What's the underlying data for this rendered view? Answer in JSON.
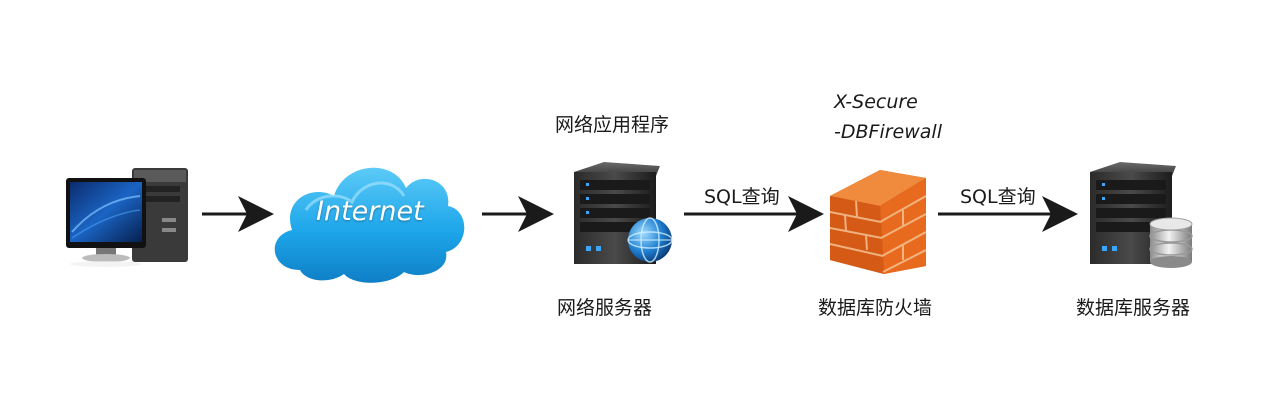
{
  "nodes": {
    "cloud": {
      "text": "Internet",
      "color": "#19a0e6"
    },
    "web_server": {
      "top_label": "网络应用程序",
      "bottom_label": "网络服务器"
    },
    "firewall": {
      "title_line1": "X-Secure",
      "title_line2": "-DBFirewall",
      "bottom_label": "数据库防火墙",
      "brick_color": "#e86a1e"
    },
    "db_server": {
      "bottom_label": "数据库服务器"
    }
  },
  "edges": [
    {
      "from": "computer",
      "to": "internet",
      "label": ""
    },
    {
      "from": "internet",
      "to": "web-server",
      "label": ""
    },
    {
      "from": "web-server",
      "to": "firewall",
      "label": "SQL查询"
    },
    {
      "from": "firewall",
      "to": "db-server",
      "label": "SQL查询"
    }
  ]
}
